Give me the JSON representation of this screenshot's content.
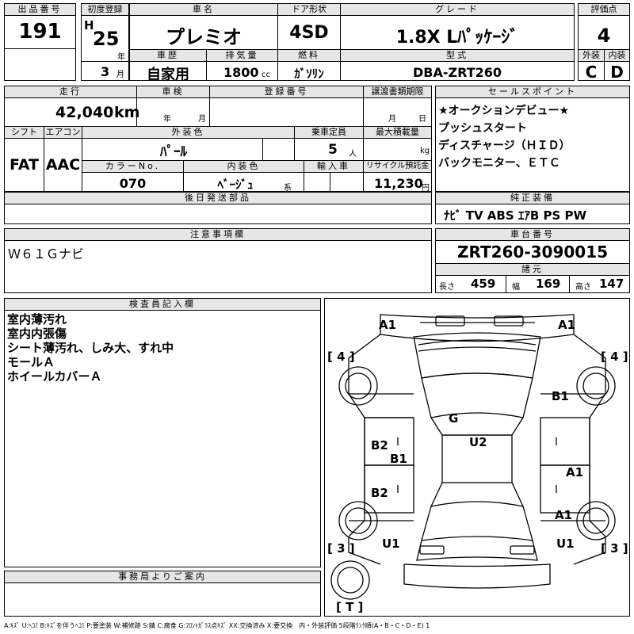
{
  "header": {
    "lot_no_label": "出品番号",
    "lot_no": "191",
    "first_reg_label": "初度登録",
    "era": "H",
    "year": "25",
    "year_unit": "年",
    "month": "3",
    "month_unit": "月",
    "car_name_label": "車名",
    "car_name": "プレミオ",
    "door_label": "ドア形状",
    "door": "4SD",
    "grade_label": "グレード",
    "grade": "1.8X Lﾊﾟｯｹｰｼﾞ",
    "score_label": "評価点",
    "score": "4",
    "history_label": "車歴",
    "history": "自家用",
    "displacement_label": "排気量",
    "displacement": "1800",
    "displacement_unit": "cc",
    "fuel_label": "燃料",
    "fuel": "ｶﾞｿﾘﾝ",
    "model_label": "型式",
    "model": "DBA-ZRT260",
    "exterior_label": "外装",
    "exterior": "C",
    "interior_label": "内装",
    "interior": "D"
  },
  "row2": {
    "mileage_label": "走行",
    "mileage": "42,040",
    "mileage_unit": "km",
    "inspection_label": "車検",
    "inspection_year_unit": "年",
    "inspection_month_unit": "月",
    "reg_no_label": "登録番号",
    "transfer_label": "譲渡書類期限",
    "transfer_month_unit": "月",
    "transfer_day_unit": "日",
    "shift_label": "シフト",
    "shift": "FAT",
    "aircon_label": "エアコン",
    "aircon": "AAC",
    "ext_color_label": "外装色",
    "ext_color": "ﾊﾟｰﾙ",
    "capacity_label": "乗車定員",
    "capacity": "5",
    "capacity_unit": "人",
    "max_load_label": "最大積載量",
    "max_load_unit": "kg",
    "color_no_label": "カラーNo.",
    "color_no": "070",
    "int_color_label": "内装色",
    "int_color": "ﾍﾞｰｼﾞｭ",
    "int_color_unit": "系",
    "import_label": "輸入車",
    "recycle_label": "リサイクル預託金",
    "recycle": "11,230",
    "recycle_unit": "円",
    "later_parts_label": "後日発送部品"
  },
  "sales_points": {
    "label": "セールスポイント",
    "lines": [
      "★オークションデビュー★",
      "プッシュスタート",
      "ディスチャージ（ＨＩＤ）",
      "バックモニター、ＥＴＣ"
    ]
  },
  "equipment": {
    "label": "純正装備",
    "value": "ﾅﾋﾞ TV ABS ｴｱB PS PW"
  },
  "notes": {
    "label": "注意事項欄",
    "value": "Ｗ６１Ｇナビ"
  },
  "chassis": {
    "label": "車台番号",
    "value": "ZRT260-3090015",
    "spec_label": "諸元",
    "length_label": "長さ",
    "length": "459",
    "width_label": "幅",
    "width": "169",
    "height_label": "高さ",
    "height": "147"
  },
  "inspector": {
    "label": "検査員記入欄",
    "lines": [
      "室内薄汚れ",
      "室内内張傷",
      "シート薄汚れ、しみ大、すれ中",
      "モールＡ",
      "ホイールカバーＡ"
    ]
  },
  "office": {
    "label": "事務局よりご案内"
  },
  "diagram": {
    "marks": [
      "A1",
      "A1",
      "B1",
      "G",
      "B2",
      "B1",
      "U2",
      "A1",
      "B2",
      "A1",
      "U1",
      "U1"
    ],
    "tire_labels": [
      "[ 4 ]",
      "[ 4 ]",
      "[ 3 ]",
      "[ 3 ]",
      "[ T ]"
    ]
  },
  "legend": "A:ｷｽﾞ U:ﾍｺﾐ B:ｷｽﾞを伴うﾍｺﾐ P:要塗装 W:補修跡 S:錆 C:腐食 G:ﾌﾛﾝﾄｶﾞﾗｽ点ｷｽﾞ XX:交換済み X:要交換　内・外装評価 5段階ﾗﾝｸ順(A・B・C・D・E) 1"
}
